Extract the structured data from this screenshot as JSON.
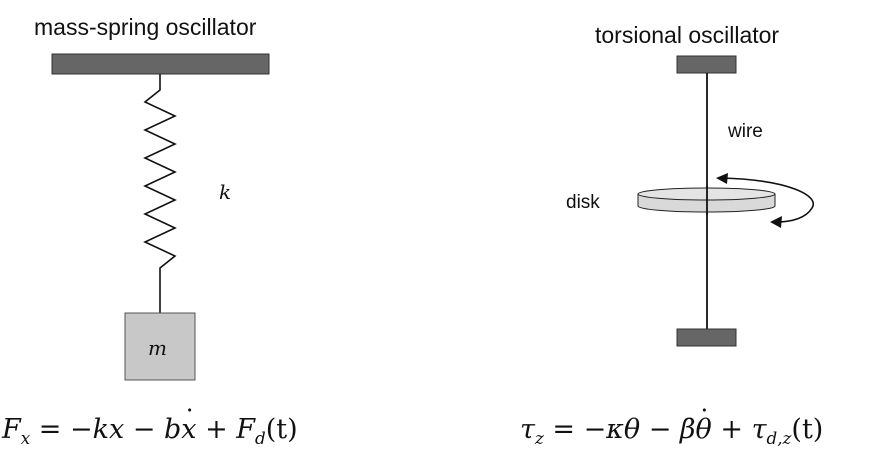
{
  "left": {
    "title": "mass-spring oscillator",
    "spring_label": "k",
    "mass_label": "m",
    "equation": {
      "lhs": "F",
      "lhs_sub": "x",
      "eq_sign": " = ",
      "t1": "−kx − b",
      "t1_dot_var": "x",
      "t2": " + F",
      "t2_sub": "d",
      "t2_arg": "(t)"
    }
  },
  "right": {
    "title": "torsional oscillator",
    "wire_label": "wire",
    "disk_label": "disk",
    "equation": {
      "lhs": "τ",
      "lhs_sub": "z",
      "eq_sign": " = ",
      "t1": "−κθ − β",
      "t1_dot_var": "θ",
      "t2": " + τ",
      "t2_sub": "d,z",
      "t2_arg": "(t)"
    }
  },
  "colors": {
    "support": "#666666",
    "mass_fill": "#c8c8c8",
    "disk_fill": "#d9d9d9",
    "line": "#111111"
  }
}
